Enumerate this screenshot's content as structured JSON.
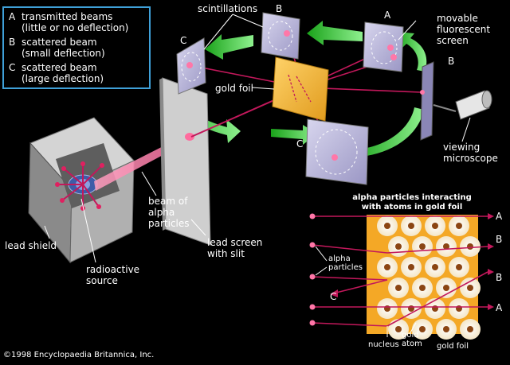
{
  "legend": {
    "items": [
      {
        "key": "A",
        "line1": "transmitted beams",
        "line2": "(little or no deflection)"
      },
      {
        "key": "B",
        "line1": "scattered beam",
        "line2": "(small deflection)"
      },
      {
        "key": "C",
        "line1": "scattered beam",
        "line2": "(large deflection)"
      }
    ]
  },
  "labels": {
    "scintillations": "scintillations",
    "screen_b_top": "B",
    "screen_a": "A",
    "screen_c_left": "C",
    "screen_c_bottom": "C",
    "screen_b_right": "B",
    "movable_screen": [
      "movable",
      "fluorescent",
      "screen"
    ],
    "gold_foil": "gold foil",
    "viewing_microscope": [
      "viewing",
      "microscope"
    ],
    "beam": [
      "beam of",
      "alpha",
      "particles"
    ],
    "lead_screen": [
      "lead screen",
      "with slit"
    ],
    "lead_shield": "lead shield",
    "radioactive_source": [
      "radioactive",
      "source"
    ]
  },
  "inset": {
    "title": [
      "alpha particles interacting",
      "with atoms in gold foil"
    ],
    "alpha_particles": [
      "alpha",
      "particles"
    ],
    "nucleus": "nucleus",
    "gold_atom": [
      "gold",
      "atom"
    ],
    "gold_foil": "gold foil",
    "out_a1": "A",
    "out_b1": "B",
    "out_b2": "B",
    "out_c": "C",
    "out_a2": "A"
  },
  "copyright": "©1998 Encyclopaedia Britannica, Inc.",
  "colors": {
    "background": "#000000",
    "legend_border": "#3fa0d8",
    "beam": "#c2185b",
    "arrow": "#3ec83e",
    "foil": "#f2b12e",
    "screen": "#b8b4d8"
  }
}
